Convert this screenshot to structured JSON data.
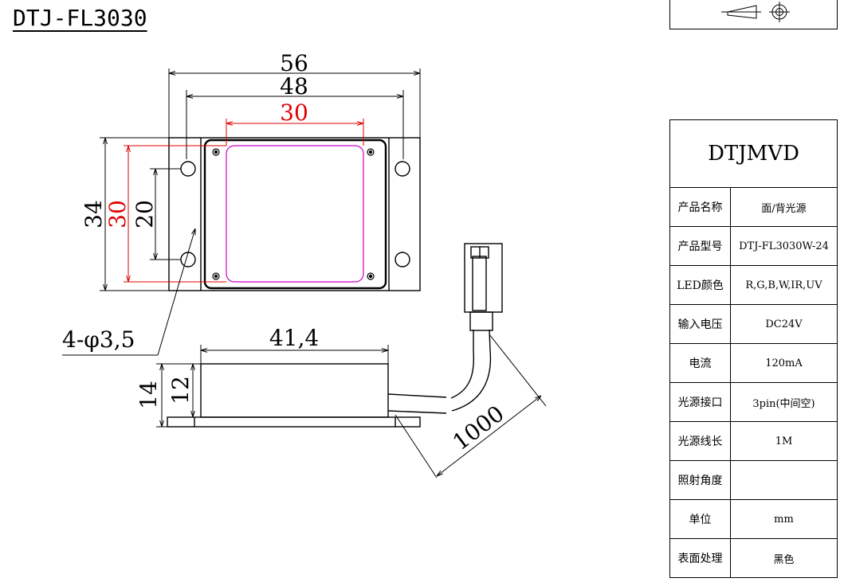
{
  "title": "DTJ-FL3030",
  "dimensions": {
    "width_outer": "56",
    "width_holes": "48",
    "width_emit": "30",
    "height_outer": "34",
    "height_emit": "30",
    "height_holes": "20",
    "holes": "4-φ3,5",
    "body_length": "41,4",
    "height_total": "14",
    "height_body": "12",
    "cable_length": "1000"
  },
  "spec": {
    "brand": "DTJMVD",
    "rows": [
      {
        "key": "产品名称",
        "value": "面/背光源"
      },
      {
        "key": "产品型号",
        "value": "DTJ-FL3030W-24"
      },
      {
        "key": "LED颜色",
        "value": "R,G,B,W,IR,UV"
      },
      {
        "key": "输入电压",
        "value": "DC24V"
      },
      {
        "key": "电流",
        "value": "120mA"
      },
      {
        "key": "光源接口",
        "value": "3pin(中间空)"
      },
      {
        "key": "光源线长",
        "value": "1M"
      },
      {
        "key": "照射角度",
        "value": ""
      },
      {
        "key": "单位",
        "value": "mm"
      },
      {
        "key": "表面处理",
        "value": "黑色"
      }
    ]
  },
  "colors": {
    "line": "#000000",
    "dim_red": "#e00000",
    "emit_edge": "#cc00cc"
  },
  "icons": [
    "first-angle-projection-icon"
  ]
}
